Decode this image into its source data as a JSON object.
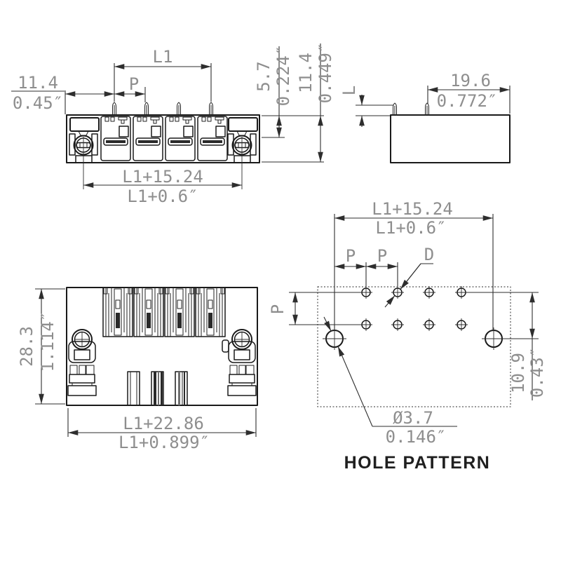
{
  "drawing_title": "HOLE PATTERN",
  "colors": {
    "outline": "#1a1a1a",
    "dim_line": "#2e2e2e",
    "dim_text": "#8e8e8e",
    "title_text": "#1f1f1f",
    "background": "#ffffff"
  },
  "views": {
    "front_view": {
      "dims": {
        "offset_mm": "11.4",
        "offset_in": "0.45″",
        "length_label": "L1",
        "pitch_label": "P",
        "front_height_mm": "5.7",
        "front_height_in": "0.224″",
        "height_mm": "11.4",
        "height_in": "0.449″",
        "screw_span_mm": "L1+15.24",
        "screw_span_in": "L1+0.6″"
      }
    },
    "side_view": {
      "dims": {
        "depth_mm": "19.6",
        "depth_in": "0.772″",
        "pin_length_label": "L"
      }
    },
    "bottom_view": {
      "dims": {
        "height_mm": "28.3",
        "height_in": "1.114″",
        "width_mm": "L1+22.86",
        "width_in": "L1+0.899″"
      }
    },
    "hole_pattern": {
      "title": "HOLE PATTERN",
      "dims": {
        "span_mm": "L1+15.24",
        "span_in": "L1+0.6″",
        "pitch_1": "P",
        "pitch_2": "P",
        "hole_label": "D",
        "row_pitch": "P",
        "row_offset_mm": "10.9",
        "row_offset_in": "0.43″",
        "mount_dia_mm": "Ø3.7",
        "mount_dia_in": "0.146″"
      }
    }
  }
}
